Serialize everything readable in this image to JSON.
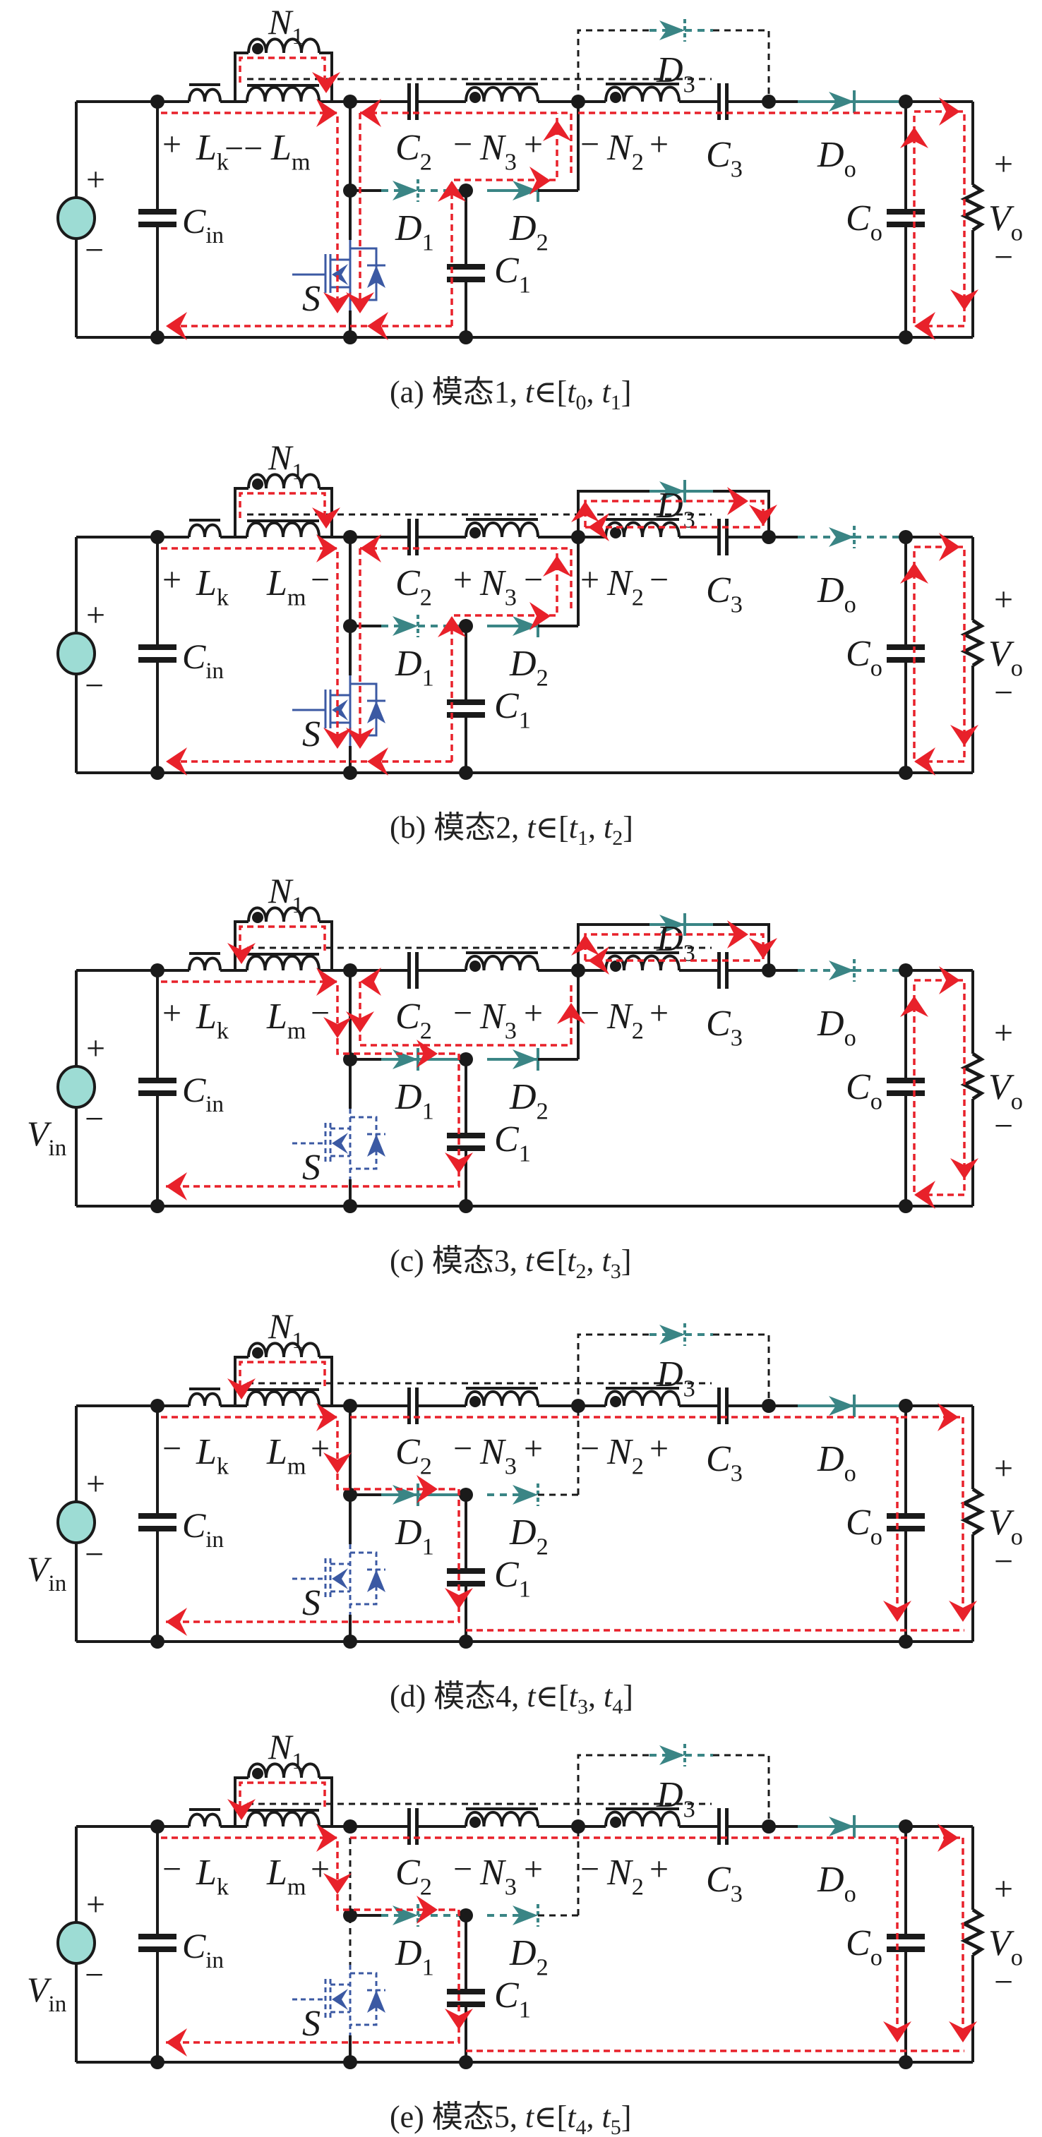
{
  "figure": {
    "colors": {
      "wire": "#1a1a1a",
      "current_path": "#e8212a",
      "diode": "#3a8585",
      "switch": "#3b59a3",
      "source_fill": "#9ddcd4"
    },
    "component_labels": {
      "Cin": {
        "main": "C",
        "sub": "in"
      },
      "Lk": {
        "main": "L",
        "sub": "k"
      },
      "Lm": {
        "main": "L",
        "sub": "m"
      },
      "N1": {
        "main": "N",
        "sub": "1"
      },
      "N2": {
        "main": "N",
        "sub": "2"
      },
      "N3": {
        "main": "N",
        "sub": "3"
      },
      "C1": {
        "main": "C",
        "sub": "1"
      },
      "C2": {
        "main": "C",
        "sub": "2"
      },
      "C3": {
        "main": "C",
        "sub": "3"
      },
      "D1": {
        "main": "D",
        "sub": "1"
      },
      "D2": {
        "main": "D",
        "sub": "2"
      },
      "D3": {
        "main": "D",
        "sub": "3"
      },
      "Do": {
        "main": "D",
        "sub": "o"
      },
      "Co": {
        "main": "C",
        "sub": "o"
      },
      "Vo": {
        "main": "V",
        "sub": "o"
      },
      "Vin": {
        "main": "V",
        "sub": "in"
      },
      "S": {
        "main": "S"
      }
    },
    "source_polarity": {
      "plus": "+",
      "minus": "−"
    },
    "output_polarity": {
      "plus": "+",
      "minus": "−"
    },
    "panels": [
      {
        "id": "a",
        "caption": {
          "prefix": "(a) 模态1, ",
          "t": "t",
          "in": "∈[",
          "t0": "t",
          "s0": "0",
          "sep": ", ",
          "t1": "t",
          "s1": "1",
          "end": "]"
        },
        "show_vin_label": false,
        "lk_polarity": [
          "+",
          "−"
        ],
        "lm_polarity": [
          "−",
          ""
        ],
        "lk_lm_joined": true,
        "n3_polarity": [
          "−",
          "+"
        ],
        "n2_polarity": [
          "−",
          "+"
        ],
        "switch_state": "on",
        "d1_state": "off",
        "d2_state": "on",
        "d3_state": "off",
        "do_state": "on",
        "d3_branch_solid": false,
        "d2_branch_solid": true,
        "s_branch_solid": true
      },
      {
        "id": "b",
        "caption": {
          "prefix": "(b) 模态2, ",
          "t": "t",
          "in": "∈[",
          "t0": "t",
          "s0": "1",
          "sep": ", ",
          "t1": "t",
          "s1": "2",
          "end": "]"
        },
        "show_vin_label": false,
        "lk_polarity": [
          "+",
          ""
        ],
        "lm_polarity": [
          "",
          "−"
        ],
        "lk_lm_joined": false,
        "n3_polarity": [
          "+",
          "−"
        ],
        "n2_polarity": [
          "+",
          "−"
        ],
        "switch_state": "on",
        "d1_state": "off",
        "d2_state": "on",
        "d3_state": "on",
        "do_state": "off",
        "d3_branch_solid": true,
        "d2_branch_solid": true,
        "s_branch_solid": true
      },
      {
        "id": "c",
        "caption": {
          "prefix": "(c) 模态3, ",
          "t": "t",
          "in": "∈[",
          "t0": "t",
          "s0": "2",
          "sep": ", ",
          "t1": "t",
          "s1": "3",
          "end": "]"
        },
        "show_vin_label": true,
        "lk_polarity": [
          "+",
          ""
        ],
        "lm_polarity": [
          "",
          "−"
        ],
        "lk_lm_joined": false,
        "n3_polarity": [
          "−",
          "+"
        ],
        "n2_polarity": [
          "−",
          "+"
        ],
        "switch_state": "off",
        "d1_state": "on",
        "d2_state": "on",
        "d3_state": "on",
        "do_state": "off",
        "d3_branch_solid": true,
        "d2_branch_solid": true,
        "s_branch_solid": false
      },
      {
        "id": "d",
        "caption": {
          "prefix": "(d) 模态4, ",
          "t": "t",
          "in": "∈[",
          "t0": "t",
          "s0": "3",
          "sep": ", ",
          "t1": "t",
          "s1": "4",
          "end": "]"
        },
        "show_vin_label": true,
        "lk_polarity": [
          "−",
          ""
        ],
        "lm_polarity": [
          "",
          "+"
        ],
        "lk_lm_joined": false,
        "n3_polarity": [
          "−",
          "+"
        ],
        "n2_polarity": [
          "−",
          "+"
        ],
        "switch_state": "off",
        "d1_state": "on",
        "d2_state": "off",
        "d3_state": "off",
        "do_state": "on",
        "d3_branch_solid": false,
        "d2_branch_solid": false,
        "s_branch_solid": false
      },
      {
        "id": "e",
        "caption": {
          "prefix": "(e) 模态5, ",
          "t": "t",
          "in": "∈[",
          "t0": "t",
          "s0": "4",
          "sep": ", ",
          "t1": "t",
          "s1": "5",
          "end": "]"
        },
        "show_vin_label": true,
        "lk_polarity": [
          "−",
          ""
        ],
        "lm_polarity": [
          "",
          "+"
        ],
        "lk_lm_joined": false,
        "n3_polarity": [
          "−",
          "+"
        ],
        "n2_polarity": [
          "−",
          "+"
        ],
        "switch_state": "off",
        "d1_state": "off",
        "d2_state": "off",
        "d3_state": "off",
        "do_state": "on",
        "d3_branch_solid": false,
        "d2_branch_solid": false,
        "s_branch_solid": false
      }
    ]
  }
}
